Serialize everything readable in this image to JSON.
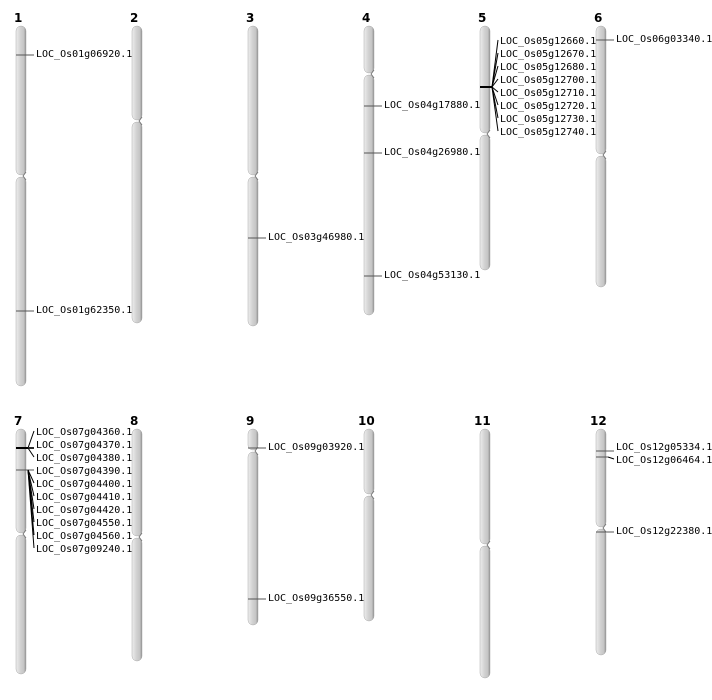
{
  "chromosomes": [
    {
      "label": "1",
      "genes": [
        "LOC_Os01g06920.1",
        "LOC_Os01g62350.1"
      ]
    },
    {
      "label": "2",
      "genes": []
    },
    {
      "label": "3",
      "genes": [
        "LOC_Os03g46980.1"
      ]
    },
    {
      "label": "4",
      "genes": [
        "LOC_Os04g17880.1",
        "LOC_Os04g26980.1",
        "LOC_Os04g53130.1"
      ]
    },
    {
      "label": "5",
      "genes": [
        "LOC_Os05g12660.1",
        "LOC_Os05g12670.1",
        "LOC_Os05g12680.1",
        "LOC_Os05g12700.1",
        "LOC_Os05g12710.1",
        "LOC_Os05g12720.1",
        "LOC_Os05g12730.1",
        "LOC_Os05g12740.1"
      ]
    },
    {
      "label": "6",
      "genes": [
        "LOC_Os06g03340.1"
      ]
    },
    {
      "label": "7",
      "genes": [
        "LOC_Os07g04360.1",
        "LOC_Os07g04370.1",
        "LOC_Os07g04380.1",
        "LOC_Os07g04390.1",
        "LOC_Os07g04400.1",
        "LOC_Os07g04410.1",
        "LOC_Os07g04420.1",
        "LOC_Os07g04550.1",
        "LOC_Os07g04560.1",
        "LOC_Os07g09240.1"
      ]
    },
    {
      "label": "8",
      "genes": []
    },
    {
      "label": "9",
      "genes": [
        "LOC_Os09g03920.1",
        "LOC_Os09g36550.1"
      ]
    },
    {
      "label": "10",
      "genes": []
    },
    {
      "label": "11",
      "genes": []
    },
    {
      "label": "12",
      "genes": [
        "LOC_Os12g05334.1",
        "LOC_Os12g06464.1",
        "LOC_Os12g22380.1"
      ]
    }
  ],
  "colors": {
    "chromosome": "#d4d4d4",
    "edge": "#777777",
    "line": "#000000"
  }
}
